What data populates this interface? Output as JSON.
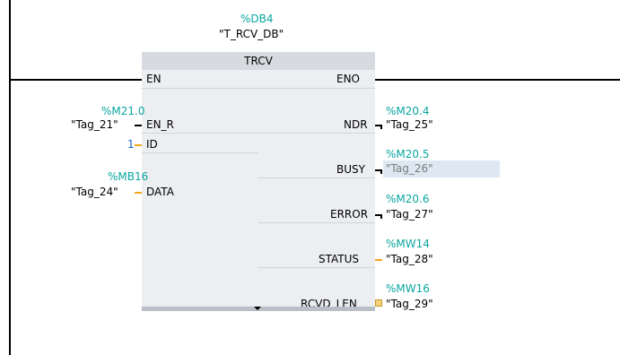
{
  "block": {
    "instance_address": "%DB4",
    "instance_name": "\"T_RCV_DB\"",
    "title": "TRCV"
  },
  "pins": {
    "en": "EN",
    "eno": "ENO",
    "en_r": "EN_R",
    "id": "ID",
    "data": "DATA",
    "ndr": "NDR",
    "busy": "BUSY",
    "error": "ERROR",
    "status": "STATUS",
    "rcvd_len": "RCVD_LEN"
  },
  "inputs": {
    "en_r": {
      "address": "%M21.0",
      "tag": "\"Tag_21\""
    },
    "id": {
      "value": "1"
    },
    "data": {
      "address": "%MB16",
      "tag": "\"Tag_24\""
    }
  },
  "outputs": {
    "ndr": {
      "address": "%M20.4",
      "tag": "\"Tag_25\""
    },
    "busy": {
      "address": "%M20.5",
      "tag": "\"Tag_26\""
    },
    "error": {
      "address": "%M20.6",
      "tag": "\"Tag_27\""
    },
    "status": {
      "address": "%MW14",
      "tag": "\"Tag_28\""
    },
    "rcvd_len": {
      "address": "%MW16",
      "tag": "\"Tag_29\""
    }
  },
  "colors": {
    "address": "#0aa6a0",
    "id_value": "#1a5fc8",
    "orange_pin": "#f2a41a",
    "block_body": "#eceef1",
    "block_header": "#d7dbe0",
    "selection": "#dde8f3"
  }
}
